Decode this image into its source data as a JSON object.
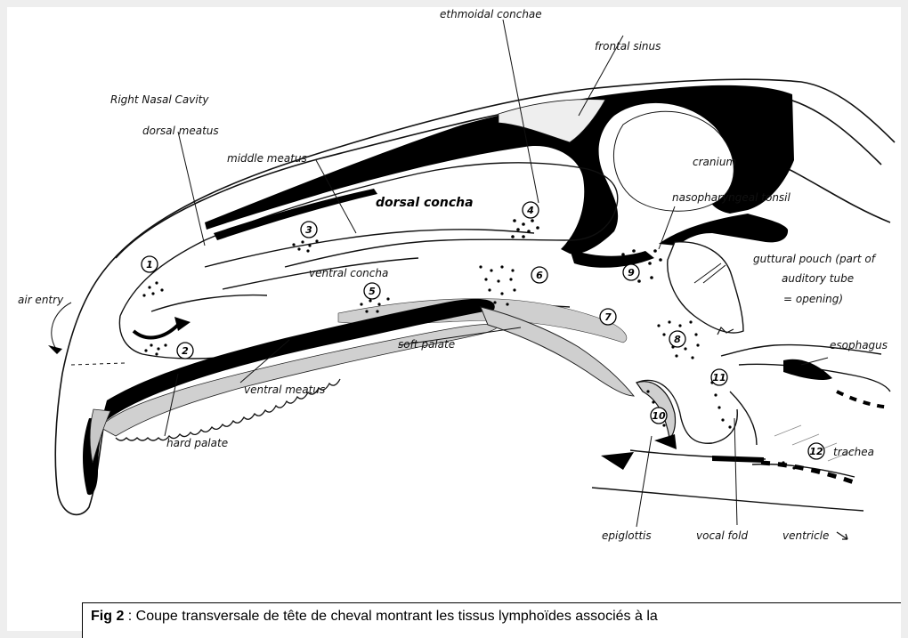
{
  "labels": {
    "right_nasal_cavity": "Right Nasal Cavity",
    "dorsal_meatus": "dorsal meatus",
    "middle_meatus": "middle meatus",
    "ethmoidal_conchae": "ethmoidal conchae",
    "frontal_sinus": "frontal sinus",
    "cranium": "cranium",
    "dorsal_concha": "dorsal concha",
    "nasopharyngeal_tonsil": "nasopharyngeal tonsil",
    "guttural_pouch_1": "guttural pouch (part of",
    "guttural_pouch_2": "auditory tube",
    "guttural_pouch_3": "= opening)",
    "ventral_concha": "ventral concha",
    "air_entry": "air entry",
    "soft_palate": "soft palate",
    "esophagus": "esophagus",
    "ventral_meatus": "ventral meatus",
    "hard_palate": "hard palate",
    "trachea": "trachea",
    "epiglottis": "epiglottis",
    "vocal_fold": "vocal fold",
    "ventricle": "ventricle"
  },
  "numbers": [
    "1",
    "2",
    "3",
    "4",
    "5",
    "6",
    "7",
    "8",
    "9",
    "10",
    "11",
    "12"
  ],
  "caption": {
    "bold": "Fig 2",
    "text": " : Coupe transversale de tête de cheval montrant les tissus lymphoïdes associés à la"
  }
}
